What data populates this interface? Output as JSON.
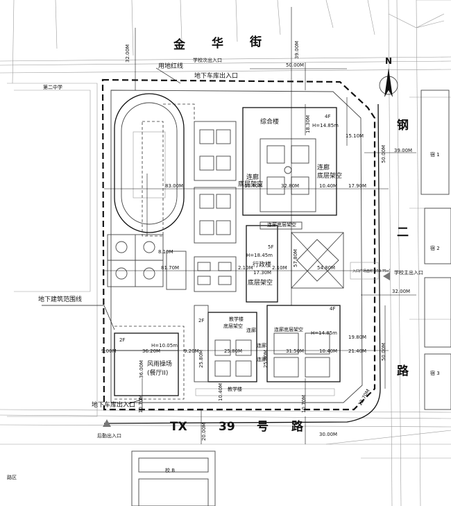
{
  "streets": {
    "north": [
      "金",
      "华",
      "街"
    ],
    "south": [
      "TX",
      "39",
      "号",
      "路"
    ],
    "east": [
      "钢",
      "二",
      "路"
    ]
  },
  "north_arrow": "N",
  "labels": {
    "land_red_line": "用地红线",
    "school_secondary_gate": "学校次出入口",
    "underground_garage_entrance_top": "地下车库出入口",
    "underground_garage_entrance_bottom": "地下车库出入口",
    "underground_building_range": "地下建筑范围线",
    "school_main_gate": "学校主出入口",
    "rear_gate": "后勤出入口",
    "main_gate_plaza": "入口广场面积 559.75㎡",
    "complex_building": "综合楼",
    "complex_floors": "4F",
    "complex_height": "H=14.85m",
    "corridor_left_top": "连廊",
    "corridor_left_top2": "底层架空",
    "corridor_right_top": "连廊",
    "corridor_right_top2": "底层架空",
    "corridor_middle_top": "连廊底层架空",
    "admin_floors": "5F",
    "admin_height": "H=18.45m",
    "admin_building": "行政楼",
    "admin_ground": "底层架空",
    "teaching_building_top": "教学楼",
    "teaching_ground_top": "底层架空",
    "corridor_middle_bottom": "连廊底层架空",
    "corridor_c1": "连廊",
    "corridor_c2": "连廊",
    "corridor_c3": "连廊",
    "teaching_right_floors": "4F",
    "teaching_right_height": "H=14.85m",
    "teaching_building_bottom": "教学楼",
    "gym_floors": "2F",
    "gym_height": "H=10.05m",
    "gym_name1": "风雨操场",
    "gym_name2": "(餐厅II)",
    "small_floor": "2F",
    "school2": "第二中学",
    "building_b": "校 B",
    "building_r1": "宿 1",
    "building_r2": "宿 2",
    "building_r3": "宿 3",
    "bottom_left_lbl": "路区"
  },
  "dimensions": {
    "d32": "32.00M",
    "d39_top": "39.00M",
    "d50_top": "50.00M",
    "d15_1": "15.10M",
    "d18_3": "18.30M",
    "d50_right": "50.00M",
    "d39_right": "39.00M",
    "d83": "83.00M",
    "d10_4a": "10.40M",
    "d32_8": "32.80M",
    "d10_4b": "10.40M",
    "d17_9": "17.90M",
    "d81": "81.70M",
    "d2_1a": "2.10M",
    "d17_3": "17.30M",
    "d2_1b": "2.10M",
    "d54_8": "54.80M",
    "d57_8": "57.80M",
    "d32_right": "32.00M",
    "d9_0a": "9.00M",
    "d36_2": "36.20M",
    "d9_2": "9.20M",
    "d25_8a": "25.80M",
    "d31_5": "31.50M",
    "d10_4c": "10.40M",
    "d21_4": "21.40M",
    "d19_8": "19.80M",
    "d36_v": "36.00M",
    "d25_8v1": "25.80M",
    "d25_8v2": "25.80M",
    "d10_4v": "10.40M",
    "d10_7a": "10.70M",
    "d10_7b": "10.70M",
    "d12_7": "12.70M",
    "d20_bottom": "20.00M",
    "d30_bottom": "30.00M",
    "d50_right2": "50.00M",
    "d8_5": "8.10M"
  }
}
